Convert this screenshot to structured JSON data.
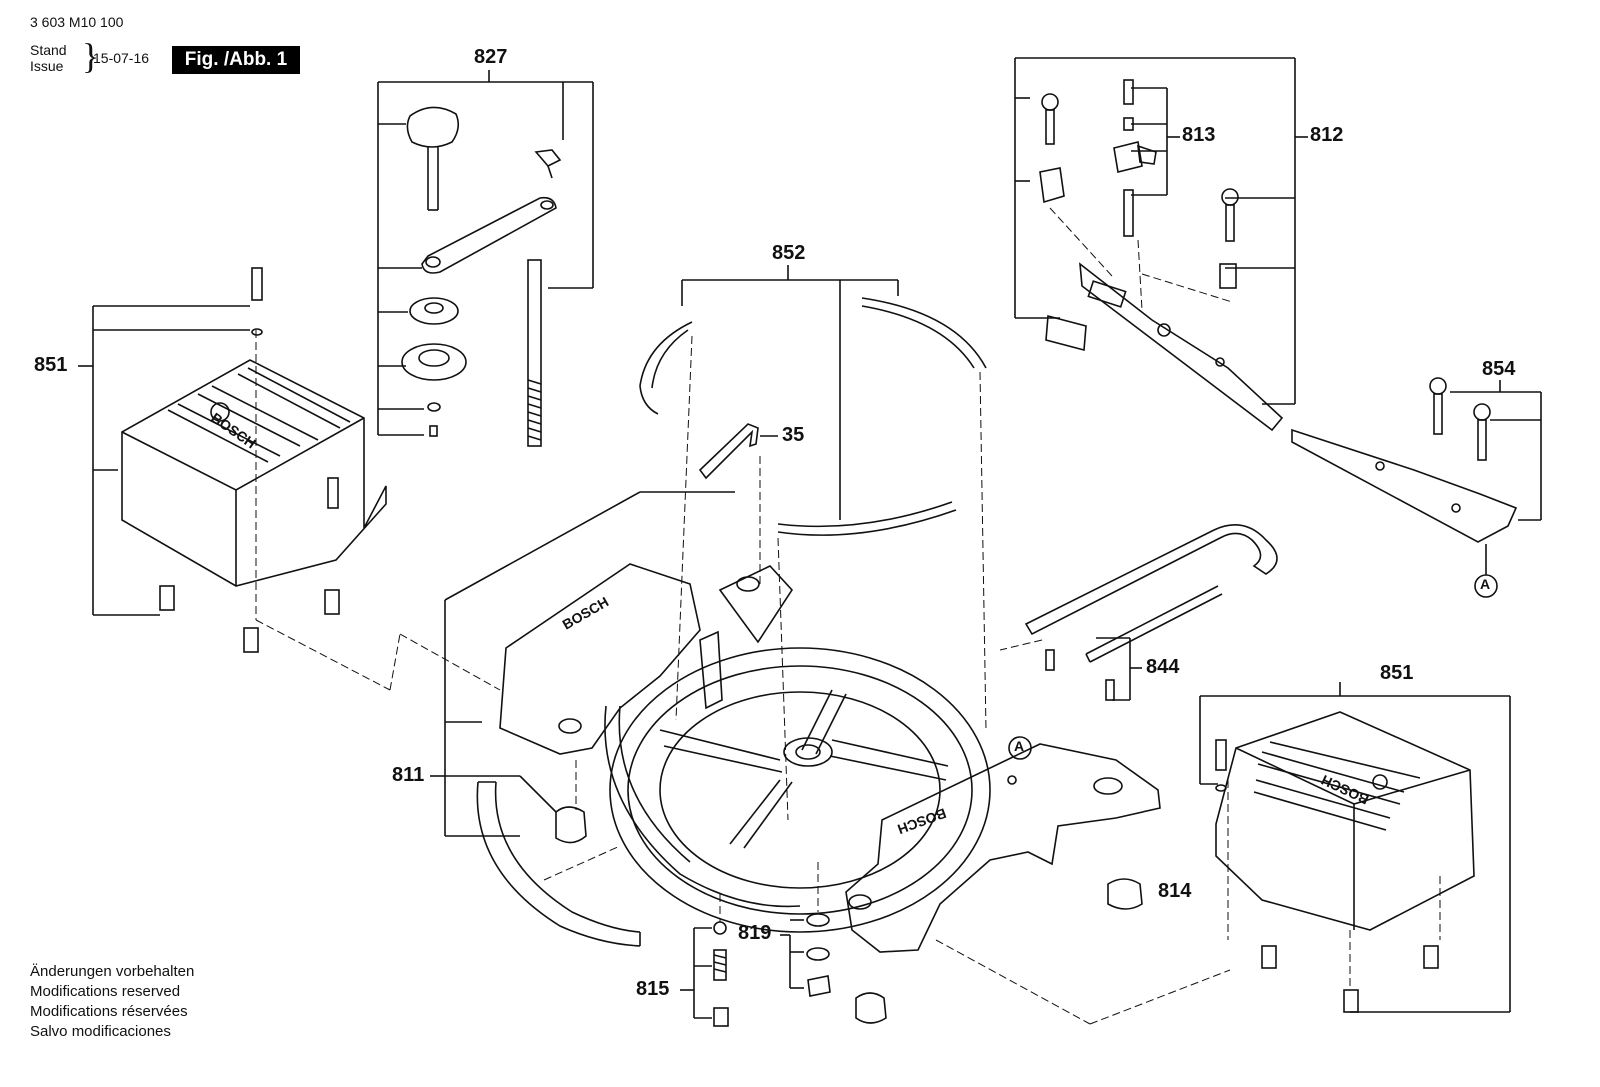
{
  "header": {
    "doc_number": "3 603 M10 100",
    "stand": "Stand",
    "issue": "Issue",
    "date": "15-07-16",
    "figure": "Fig. /Abb. 1"
  },
  "footer_notes": [
    "Änderungen vorbehalten",
    "Modifications reserved",
    "Modifications réservées",
    "Salvo modificaciones"
  ],
  "part_labels": {
    "p827": "827",
    "p852": "852",
    "p813": "813",
    "p812": "812",
    "p851_left": "851",
    "p35": "35",
    "p854": "854",
    "p844": "844",
    "p851_right": "851",
    "p811": "811",
    "p814": "814",
    "p819": "819",
    "p815": "815",
    "ref_a1": "A",
    "ref_a2": "A"
  },
  "brand_text": "BOSCH"
}
